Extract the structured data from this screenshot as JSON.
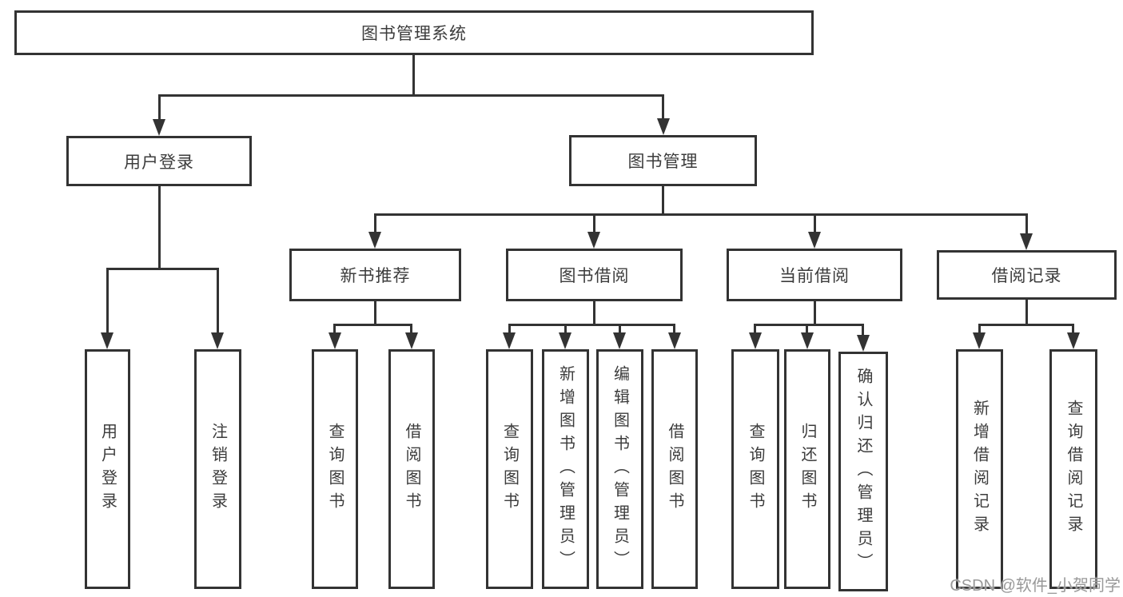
{
  "diagram": {
    "root": {
      "label": "图书管理系统"
    },
    "branches": [
      {
        "label": "用户登录",
        "children": [
          {
            "label": "用户登录"
          },
          {
            "label": "注销登录"
          }
        ]
      },
      {
        "label": "图书管理",
        "children": [
          {
            "label": "新书推荐",
            "children": [
              {
                "label": "查询图书"
              },
              {
                "label": "借阅图书"
              }
            ]
          },
          {
            "label": "图书借阅",
            "children": [
              {
                "label": "查询图书"
              },
              {
                "label": "新增图书（管理员）"
              },
              {
                "label": "编辑图书（管理员）"
              },
              {
                "label": "借阅图书"
              }
            ]
          },
          {
            "label": "当前借阅",
            "children": [
              {
                "label": "查询图书"
              },
              {
                "label": "归还图书"
              },
              {
                "label": "确认归还（管理员）"
              }
            ]
          },
          {
            "label": "借阅记录",
            "children": [
              {
                "label": "新增借阅记录"
              },
              {
                "label": "查询借阅记录"
              }
            ]
          }
        ]
      }
    ]
  },
  "watermark": {
    "text": "CSDN @软件_小贺同学"
  },
  "colors": {
    "line": "#333333",
    "box_border": "#333333",
    "text": "#3c3c3c",
    "background": "#ffffff",
    "watermark": "#999999"
  }
}
